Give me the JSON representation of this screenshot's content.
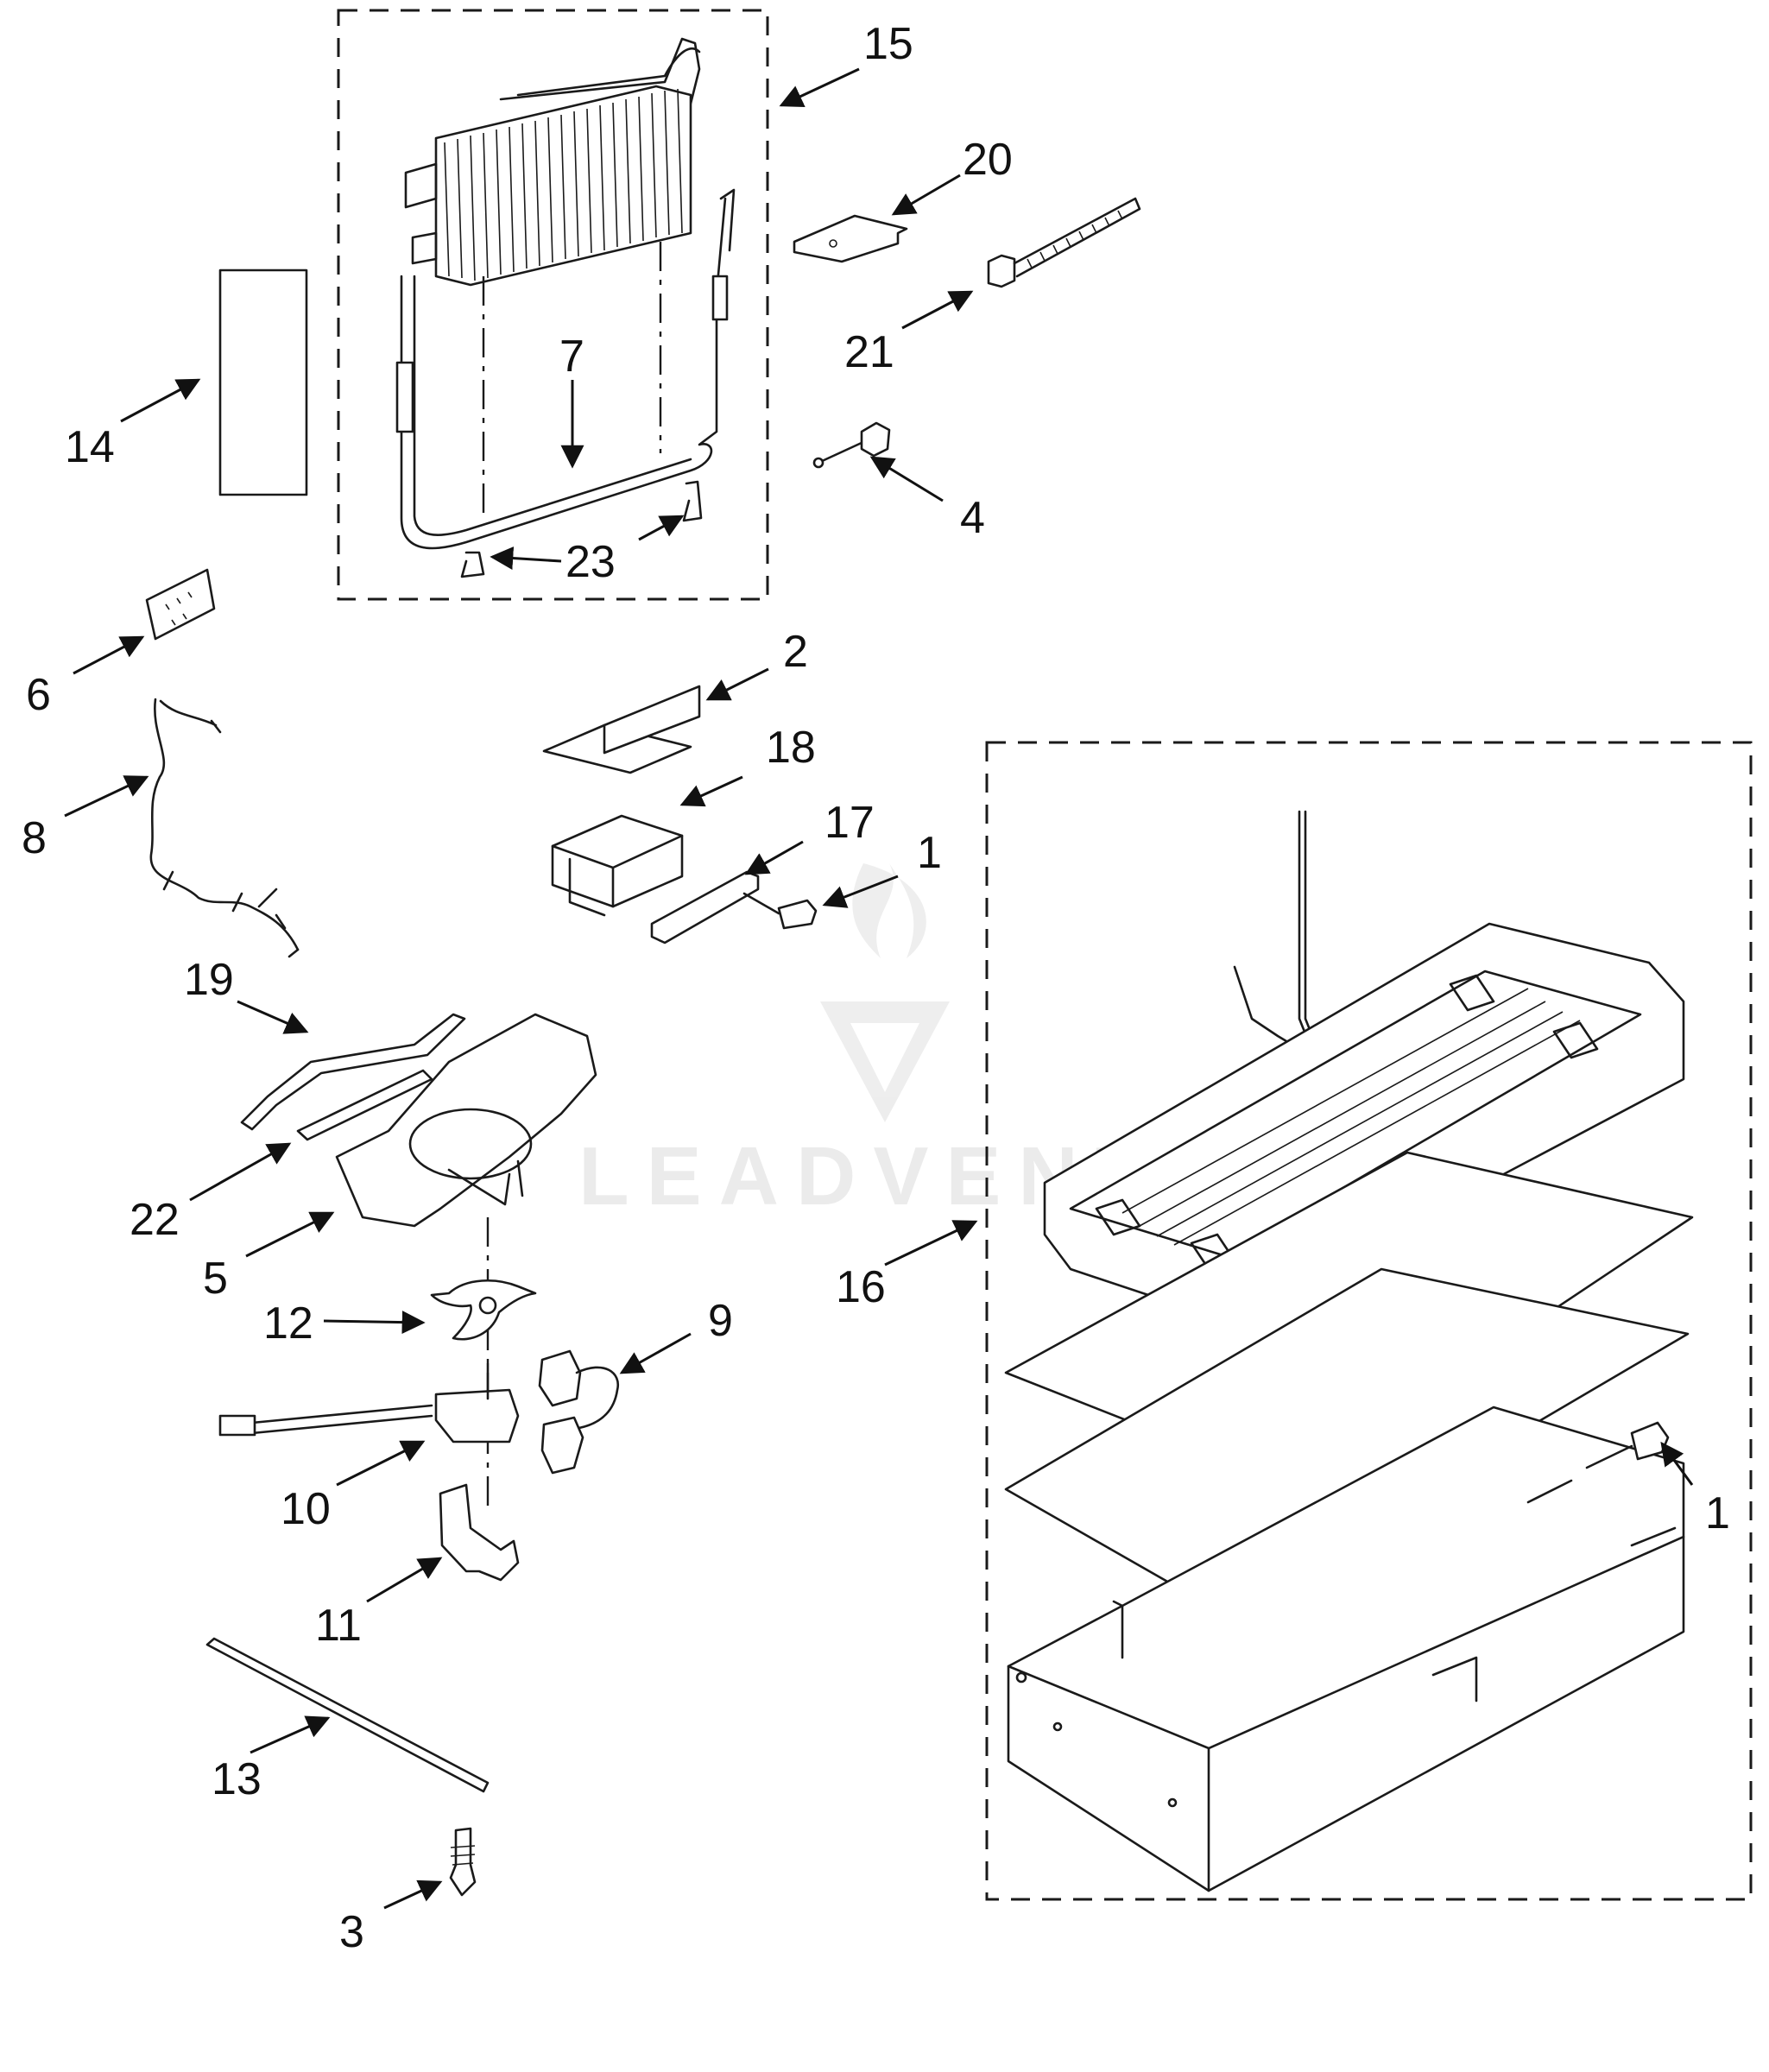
{
  "diagram": {
    "watermark": "LEADVENTURE",
    "callouts": [
      "15",
      "20",
      "21",
      "7",
      "14",
      "4",
      "23",
      "6",
      "2",
      "18",
      "8",
      "17",
      "1",
      "19",
      "22",
      "5",
      "16",
      "12",
      "9",
      "10",
      "1",
      "11",
      "13",
      "3"
    ]
  }
}
